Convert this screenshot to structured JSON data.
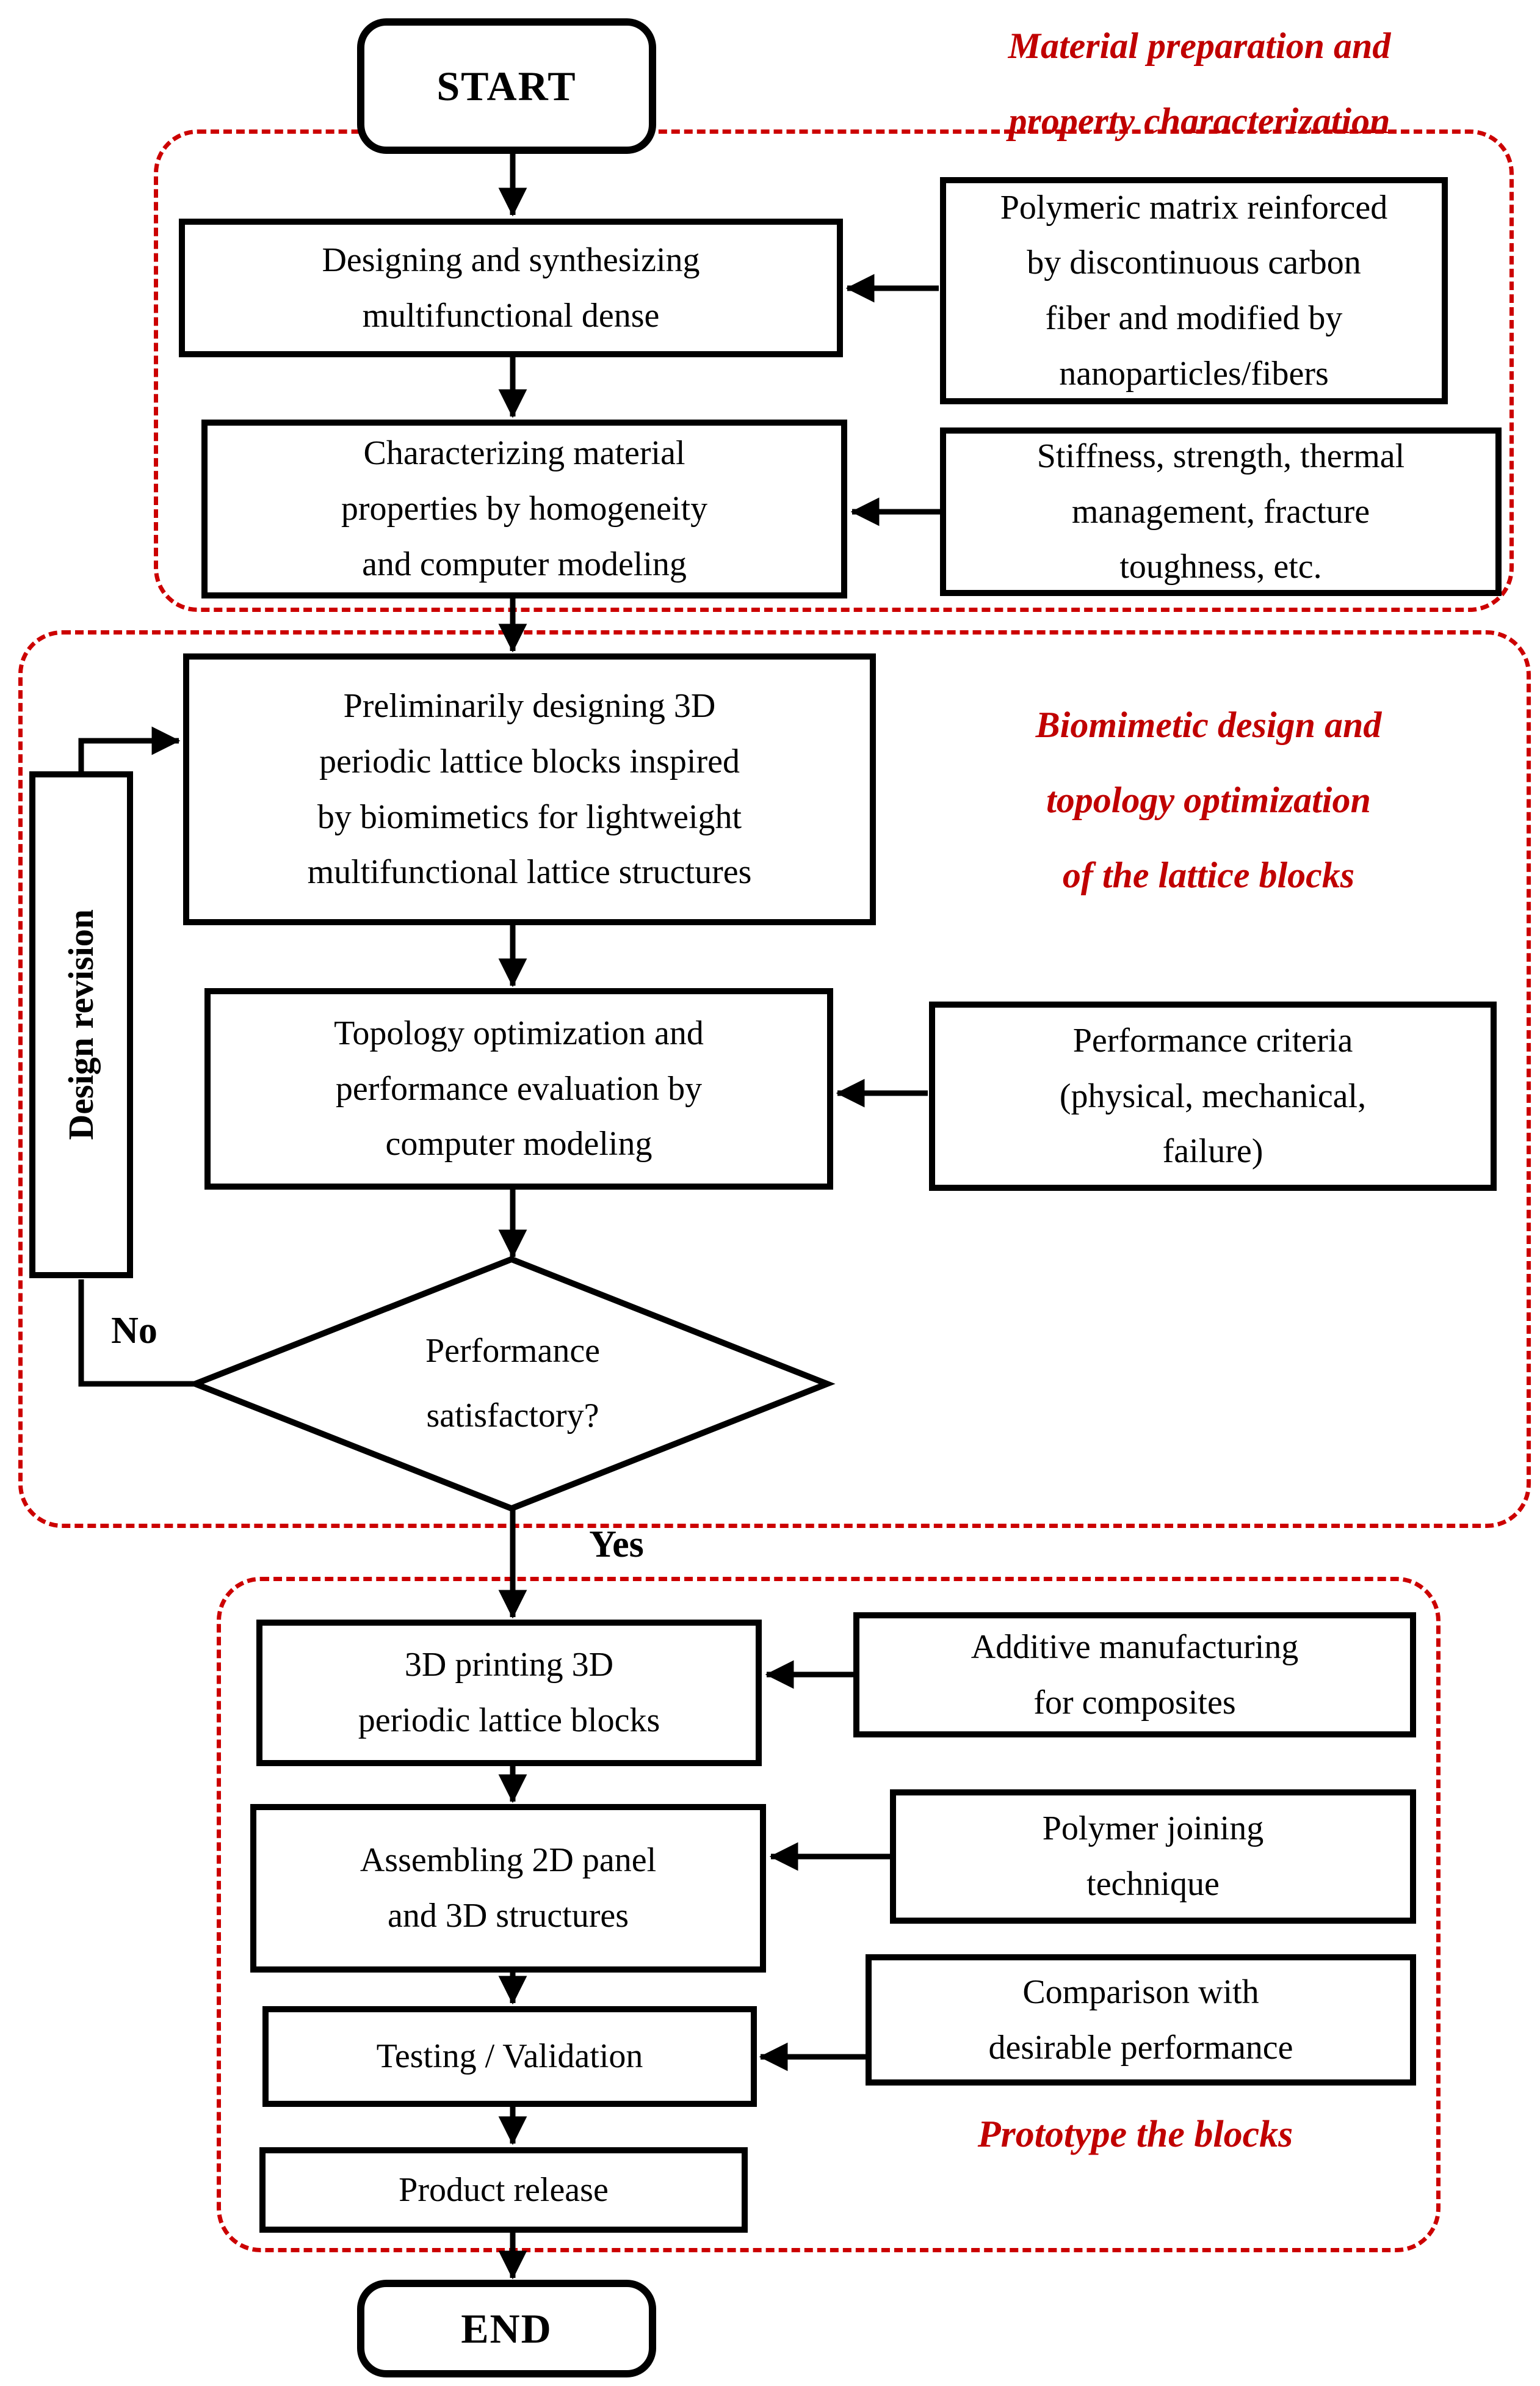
{
  "colors": {
    "red_text": "#C00000",
    "red_dash": "#CC0000",
    "line_black": "#000000"
  },
  "sections": {
    "material": {
      "title": "Material preparation and\nproperty characterization"
    },
    "biomimetic": {
      "title": "Biomimetic design and\ntopology optimization\nof the lattice blocks"
    },
    "prototype": {
      "title": "Prototype the blocks"
    }
  },
  "nodes": {
    "start": "START",
    "designing": "Designing and synthesizing\nmultifunctional dense",
    "polymeric": "Polymeric matrix reinforced\nby discontinuous carbon\nfiber and modified by\nnanoparticles/fibers",
    "characterizing": "Characterizing material\nproperties by homogeneity\nand computer modeling",
    "stiffness": "Stiffness, strength, thermal\nmanagement, fracture\ntoughness, etc.",
    "preliminary": "Preliminarily designing 3D\nperiodic lattice blocks inspired\nby biomimetics for lightweight\nmultifunctional lattice structures",
    "topology": "Topology optimization and\nperformance evaluation by\ncomputer modeling",
    "performance_criteria": "Performance criteria\n(physical, mechanical,\nfailure)",
    "decision": "Performance\nsatisfactory?",
    "design_revision": "Design revision",
    "printing": "3D printing 3D\nperiodic lattice blocks",
    "additive": "Additive manufacturing\nfor composites",
    "assembling": "Assembling 2D panel\nand 3D structures",
    "polymer_joining": "Polymer joining\ntechnique",
    "testing": "Testing / Validation",
    "comparison": "Comparison with\ndesirable performance",
    "product": "Product release",
    "end": "END"
  },
  "labels": {
    "yes": "Yes",
    "no": "No"
  }
}
